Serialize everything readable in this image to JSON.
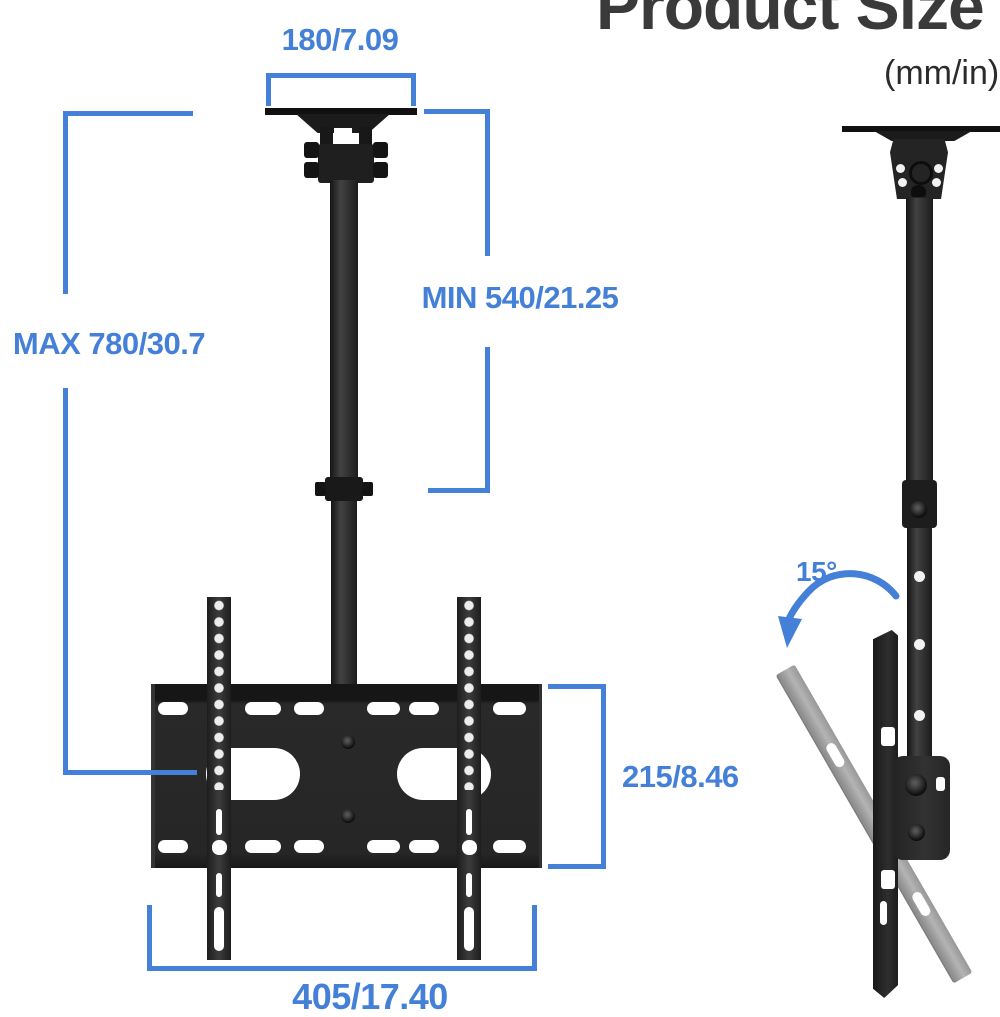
{
  "page": {
    "title": "Product Size",
    "units": "(mm/in)"
  },
  "colors": {
    "dimension_blue": "#4480d8",
    "title_gray": "#3a3a3a",
    "metal_dark": "#1f1f1f",
    "panel_gray": "#a3a3a3"
  },
  "front_view": {
    "labels": {
      "canopy_width": "180/7.09",
      "min_height": "MIN 540/21.25",
      "max_height": "MAX 780/30.7",
      "plate_height": "215/8.46",
      "plate_width": "405/17.40"
    }
  },
  "side_view": {
    "labels": {
      "tilt_angle": "15°"
    }
  }
}
